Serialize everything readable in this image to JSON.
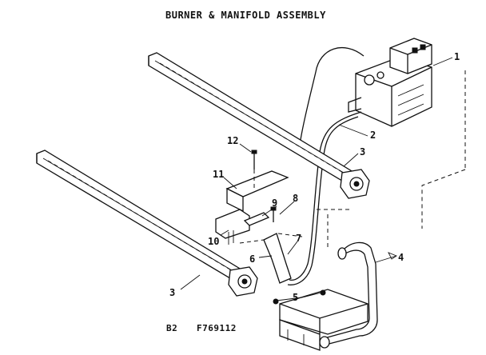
{
  "title": "BURNER & MANIFOLD ASSEMBLY",
  "callouts": [
    "1",
    "2",
    "3",
    "3",
    "4",
    "5",
    "6",
    "7",
    "8",
    "9",
    "10",
    "11",
    "12"
  ],
  "footer": {
    "section": "B2",
    "drawing_number": "F769112"
  },
  "icons": [
    "gas-valve-icon",
    "burner-tube-icon",
    "manifold-pipe-icon",
    "bracket-icon",
    "screw-icon"
  ],
  "colors": {
    "ink": "#111111",
    "paper": "#ffffff"
  }
}
